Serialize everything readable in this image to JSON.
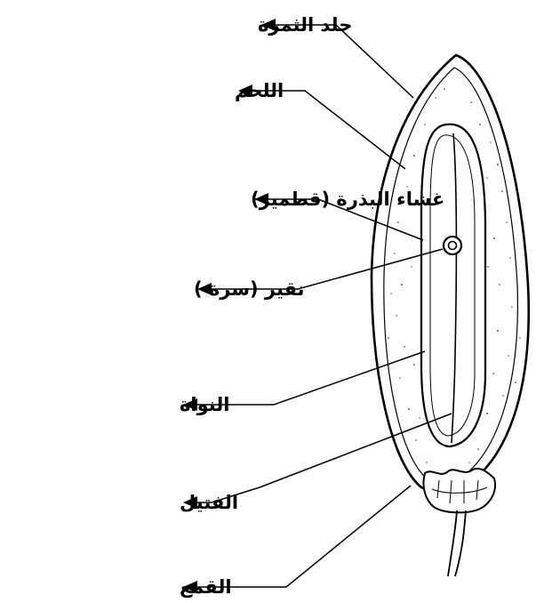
{
  "diagram": {
    "title": "",
    "labels": [
      {
        "id": "fruit-skin",
        "text": "جلد الثمرة"
      },
      {
        "id": "flesh",
        "text": "اللحم"
      },
      {
        "id": "seed-coat",
        "text": "غشاء البذرة (قطمير)"
      },
      {
        "id": "pit-mark",
        "text": "نقير (سرة )"
      },
      {
        "id": "seed",
        "text": "النواة"
      },
      {
        "id": "wick",
        "text": "الفتيل"
      },
      {
        "id": "cap",
        "text": "القمع"
      }
    ],
    "colors": {
      "ink": "#000000",
      "background": "#ffffff",
      "stipple": "#555555"
    }
  }
}
